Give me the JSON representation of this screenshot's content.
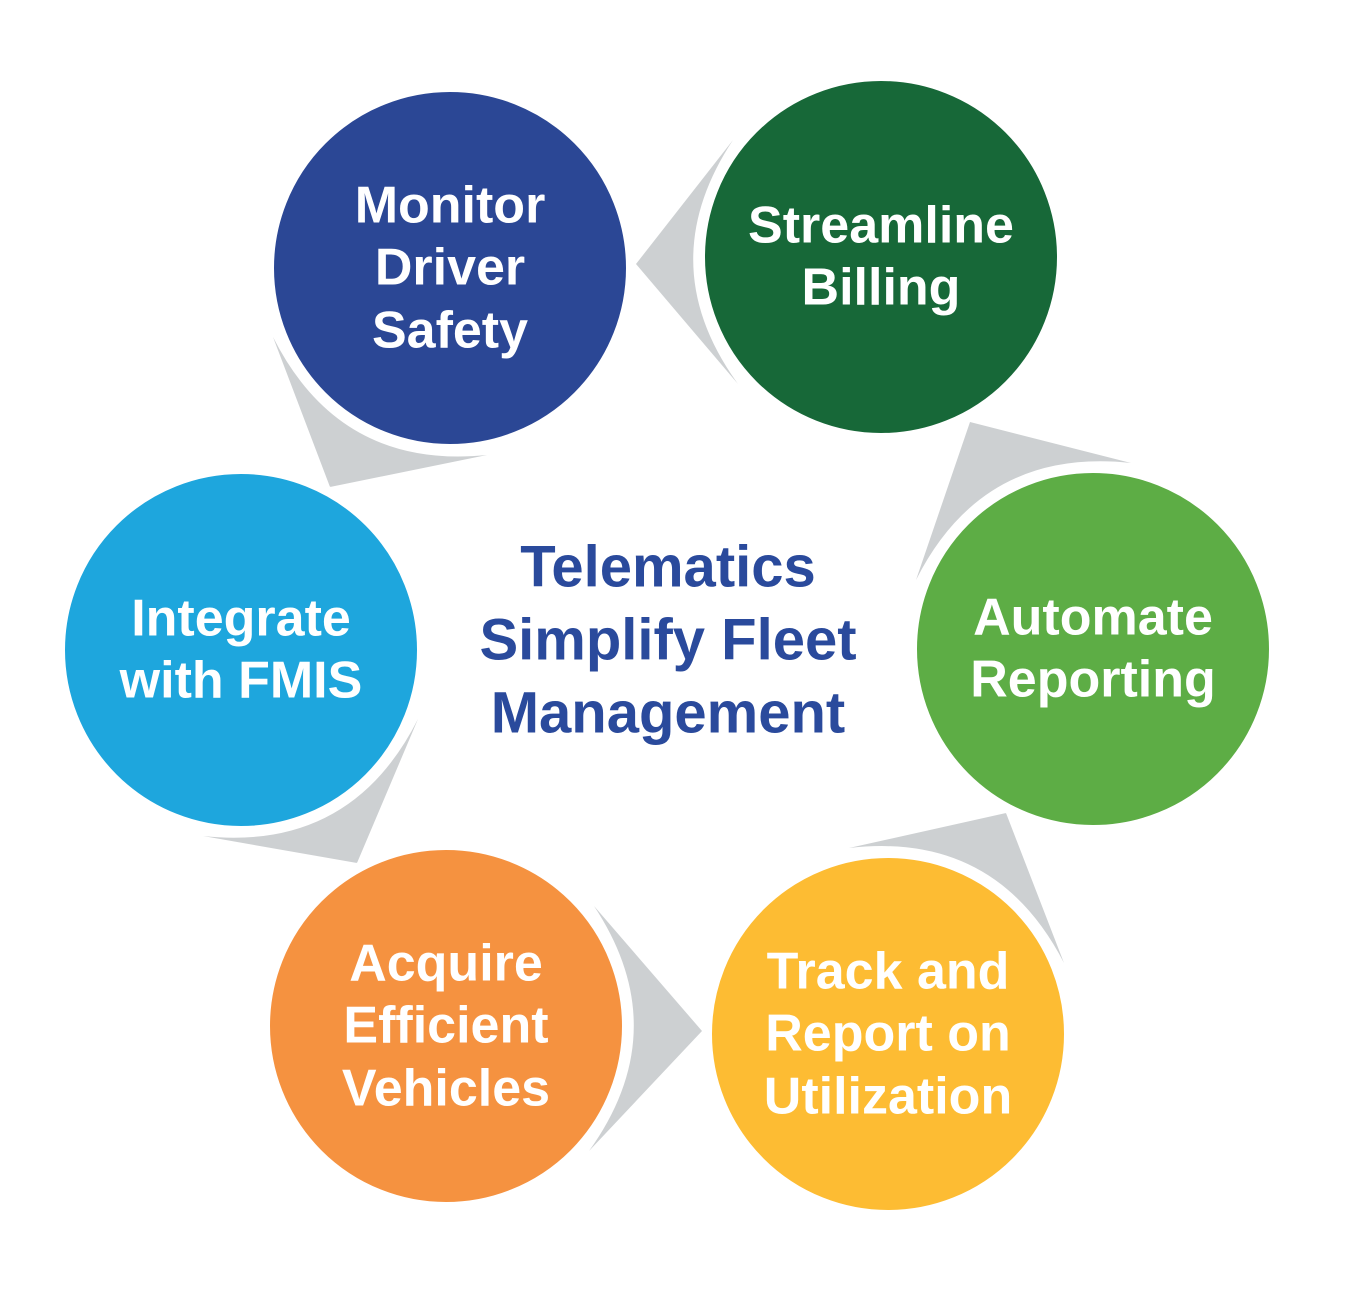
{
  "diagram": {
    "title": {
      "text": "Telematics Simplify Fleet Management",
      "lines": [
        "Telematics",
        "Simplify Fleet",
        "Management"
      ],
      "color": "#2A4A9C"
    },
    "flow": {
      "direction": "counterclockwise",
      "arrow_color": "#CDD0D2",
      "halo_color": "#FFFFFF"
    },
    "steps": [
      {
        "label": "Monitor Driver Safety",
        "lines": [
          "Monitor",
          "Driver",
          "Safety"
        ],
        "color": "#2B4795",
        "text_color": "#FFFFFF"
      },
      {
        "label": "Streamline Billing",
        "lines": [
          "Streamline",
          "Billing"
        ],
        "color": "#176838",
        "text_color": "#FFFFFF"
      },
      {
        "label": "Automate Reporting",
        "lines": [
          "Automate",
          "Reporting"
        ],
        "color": "#5DAD45",
        "text_color": "#FFFFFF"
      },
      {
        "label": "Track and Report on Utilization",
        "lines": [
          "Track and",
          "Report on",
          "Utilization"
        ],
        "color": "#FDBC33",
        "text_color": "#FFFFFF"
      },
      {
        "label": "Acquire Efficient Vehicles",
        "lines": [
          "Acquire",
          "Efficient",
          "Vehicles"
        ],
        "color": "#F59240",
        "text_color": "#FFFFFF"
      },
      {
        "label": "Integrate with FMIS",
        "lines": [
          "Integrate",
          "with FMIS"
        ],
        "color": "#1EA6DD",
        "text_color": "#FFFFFF"
      }
    ]
  }
}
